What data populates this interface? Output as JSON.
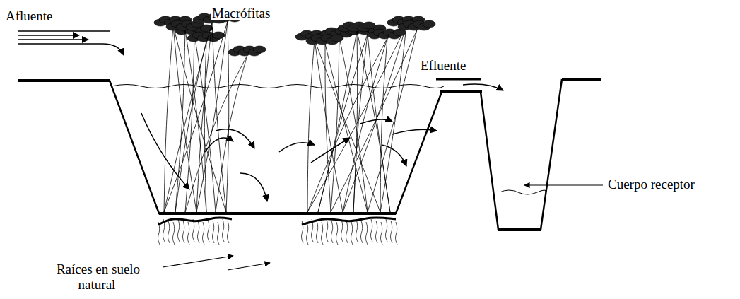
{
  "diagram": {
    "labels": [
      "Macrófitas",
      "Afluente",
      "Efluente",
      "Cuerpo receptor",
      "Raíces en suelo natural"
    ]
  }
}
